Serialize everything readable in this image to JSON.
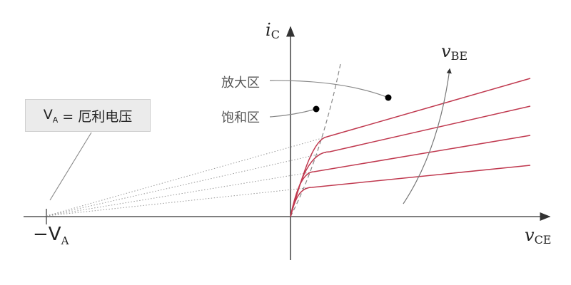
{
  "title": "BJT output characteristics with Early voltage",
  "labels": {
    "ic": "i",
    "ic_sub": "C",
    "vce": "v",
    "vce_sub": "CE",
    "vbe": "v",
    "vbe_sub": "BE",
    "active_region": "放大区",
    "saturation_region": "饱和区",
    "neg_va": "−V",
    "neg_va_sub": "A",
    "va_box_symbol": "V",
    "va_box_sub": "A",
    "va_box_text": "= 厄利电压"
  },
  "colors": {
    "curve": "#c0394f",
    "axis": "#555555",
    "guide": "#999999"
  },
  "curve_count": 4
}
